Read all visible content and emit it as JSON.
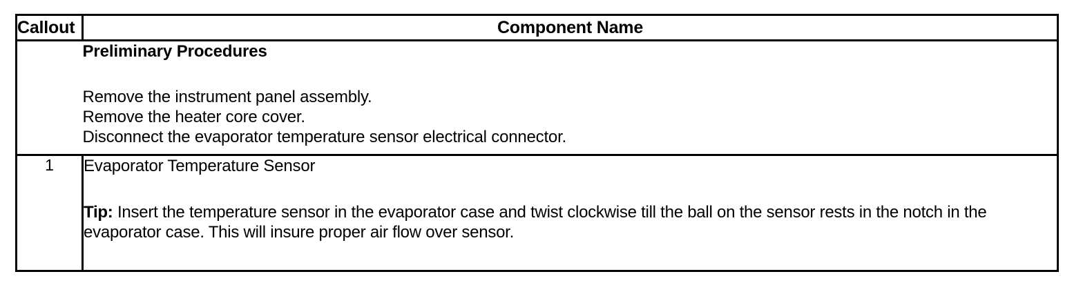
{
  "table": {
    "headers": {
      "callout": "Callout",
      "component_name": "Component Name"
    },
    "rows": [
      {
        "callout": "",
        "section_title": "Preliminary Procedures",
        "procedures": [
          "Remove the instrument panel assembly.",
          "Remove the heater core cover.",
          "Disconnect the evaporator temperature sensor electrical connector."
        ]
      },
      {
        "callout": "1",
        "component_name": "Evaporator Temperature Sensor",
        "tip_label": "Tip:",
        "tip_text": " Insert the temperature sensor in the evaporator case and twist clockwise till the ball on the sensor rests in the notch in the evaporator case. This will insure proper air flow over sensor."
      }
    ]
  },
  "style": {
    "border_color": "#000000",
    "text_color": "#000000",
    "background_color": "#ffffff"
  }
}
